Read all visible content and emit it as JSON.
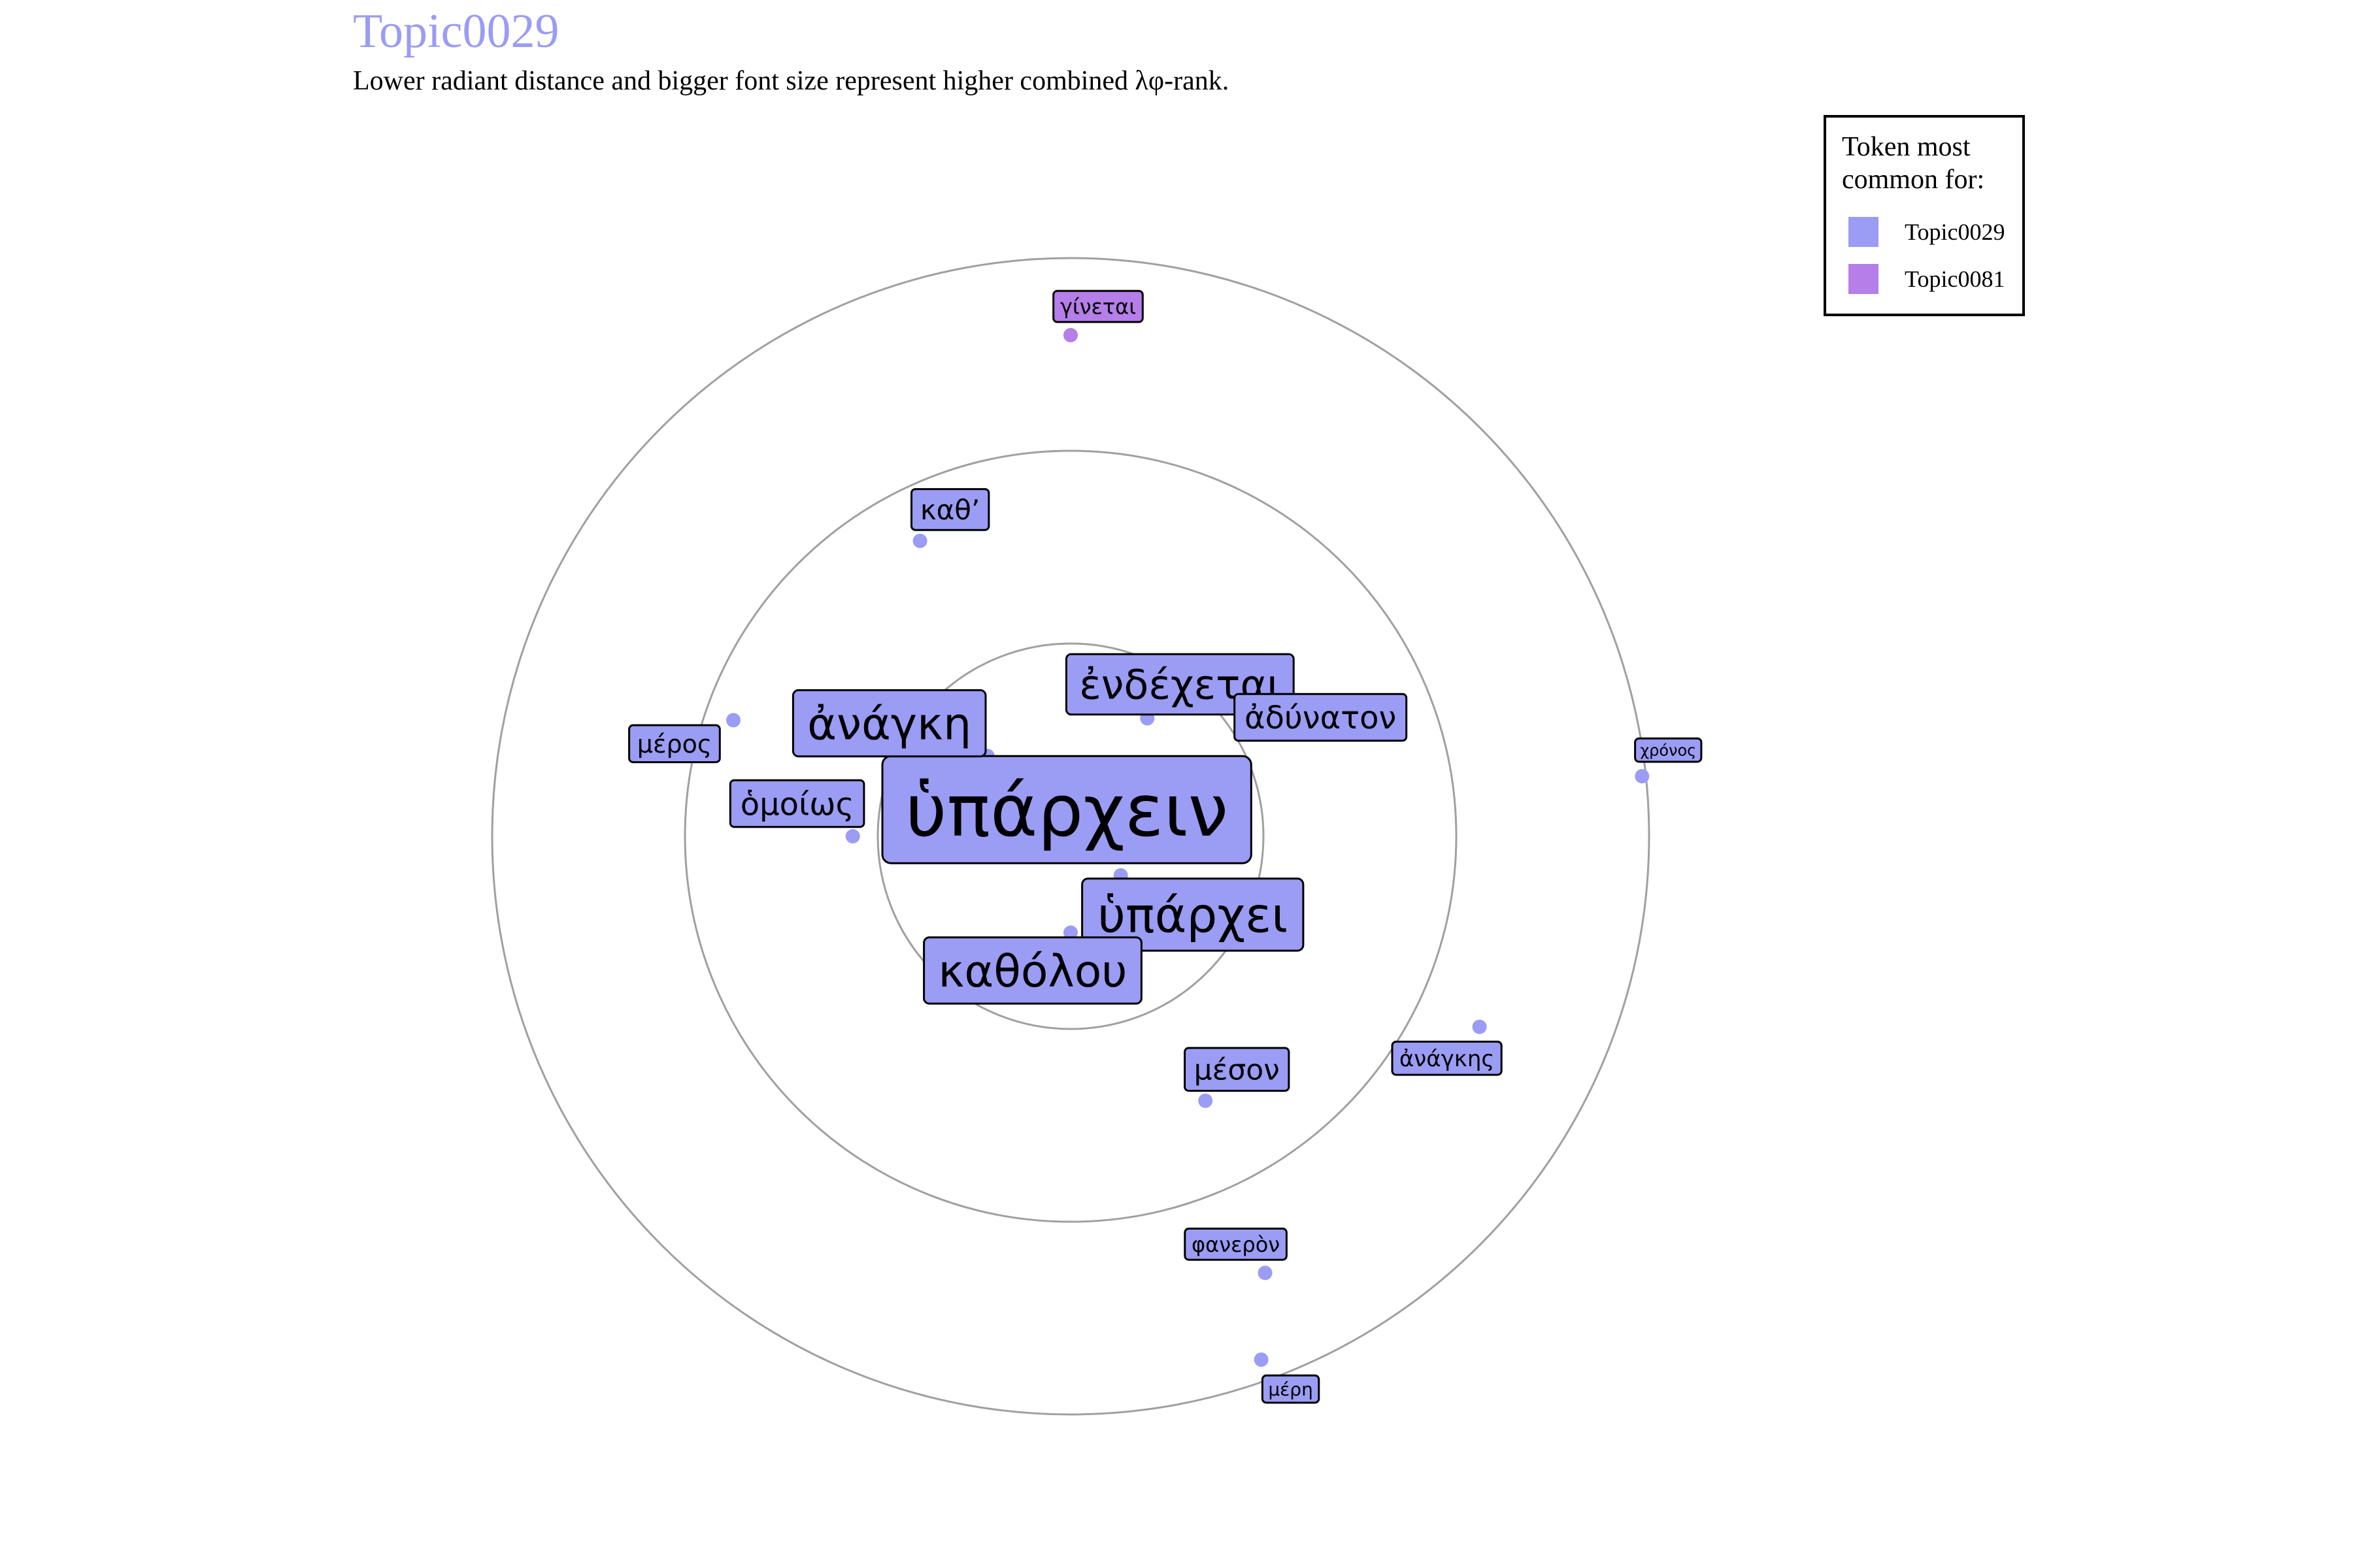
{
  "title": "Topic0029",
  "subtitle": "Lower radiant distance and bigger font size represent higher combined λφ-rank.",
  "colors": {
    "topic0029": "#9b9cf4",
    "topic0081": "#b57ee8",
    "ring": "#a0a0a0",
    "point": "#9b9cf4"
  },
  "legend": {
    "title": "Token most common for:",
    "items": [
      {
        "label": "Topic0029",
        "color": "#9b9cf4"
      },
      {
        "label": "Topic0081",
        "color": "#b57ee8"
      }
    ]
  },
  "chart_data": {
    "type": "scatter",
    "title": "Topic0029",
    "subtitle": "Lower radiant distance and bigger font size represent higher combined λφ-rank.",
    "coordinate_system": "polar",
    "rings": [
      1,
      2,
      3
    ],
    "tokens": [
      {
        "label": "ὑπάρχειν",
        "r": 0.1,
        "angle": 278,
        "topic": "Topic0029",
        "rank": 1
      },
      {
        "label": "ὑπάρχει",
        "r": 0.33,
        "angle": 322,
        "topic": "Topic0029",
        "rank": 2
      },
      {
        "label": "καθόλου",
        "r": 0.5,
        "angle": 270,
        "topic": "Topic0029",
        "rank": 3
      },
      {
        "label": "ἀνάγκη",
        "r": 0.6,
        "angle": 136,
        "topic": "Topic0029",
        "rank": 4
      },
      {
        "label": "ἐνδέχεται",
        "r": 0.73,
        "angle": 57,
        "topic": "Topic0029",
        "rank": 5
      },
      {
        "label": "ἀδύνατον",
        "r": 1.35,
        "angle": 36,
        "topic": "Topic0029",
        "rank": 6
      },
      {
        "label": "ὁμοίως",
        "r": 1.13,
        "angle": 180,
        "topic": "Topic0029",
        "rank": 7
      },
      {
        "label": "μέσον",
        "r": 1.54,
        "angle": 297,
        "topic": "Topic0029",
        "rank": 8
      },
      {
        "label": "καθ’",
        "r": 1.72,
        "angle": 117,
        "topic": "Topic0029",
        "rank": 9
      },
      {
        "label": "μέρος",
        "r": 1.85,
        "angle": 161,
        "topic": "Topic0029",
        "rank": 10
      },
      {
        "label": "ἀνάγκης",
        "r": 2.34,
        "angle": 335,
        "topic": "Topic0029",
        "rank": 11
      },
      {
        "label": "φανερὸν",
        "r": 2.48,
        "angle": 294,
        "topic": "Topic0029",
        "rank": 12
      },
      {
        "label": "γίνεται",
        "r": 2.6,
        "angle": 90,
        "topic": "Topic0081",
        "rank": 13
      },
      {
        "label": "μέρη",
        "r": 2.89,
        "angle": 290,
        "topic": "Topic0029",
        "rank": 14
      },
      {
        "label": "χρόνος",
        "r": 2.98,
        "angle": 6,
        "topic": "Topic0029",
        "rank": 15
      }
    ]
  }
}
